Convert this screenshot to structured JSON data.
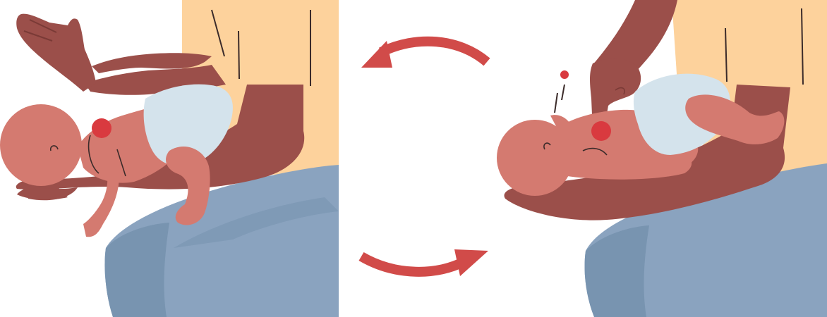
{
  "illustration": {
    "panels": [
      {
        "id": "back-blows",
        "icon": "back-blows-illustration"
      },
      {
        "id": "chest-thrusts",
        "icon": "chest-thrusts-illustration"
      }
    ],
    "cycle_arrows": [
      "arrow-top-left-icon",
      "arrow-bottom-right-icon"
    ],
    "colors": {
      "skin_adult": "#9B4F4A",
      "skin_baby": "#D47A70",
      "shirt": "#FDD29C",
      "pants": "#8AA3BF",
      "pants_shadow": "#7894B0",
      "diaper": "#D4E3EC",
      "arrow": "#D14B49",
      "impact": "#D93A3F"
    }
  }
}
